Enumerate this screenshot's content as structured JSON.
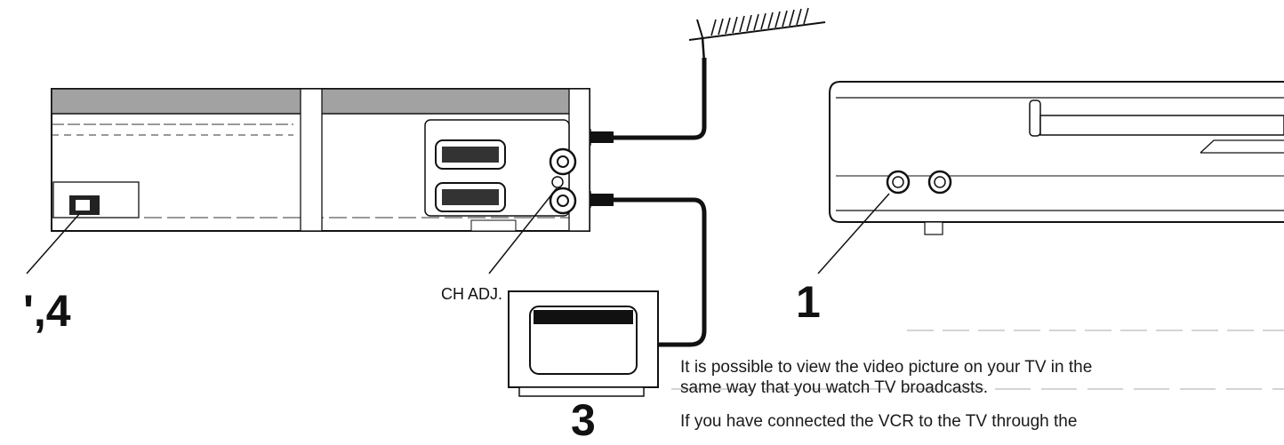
{
  "labels": {
    "step_left": "',4",
    "step_1": "1",
    "step_3": "3",
    "ch_adj": "CH ADJ."
  },
  "paragraphs": {
    "p1_line1": "It is possible to view the video picture on your TV in the",
    "p1_line2": "same way that you watch TV broadcasts.",
    "p2_line1": "If you have connected the VCR to the TV through the"
  }
}
